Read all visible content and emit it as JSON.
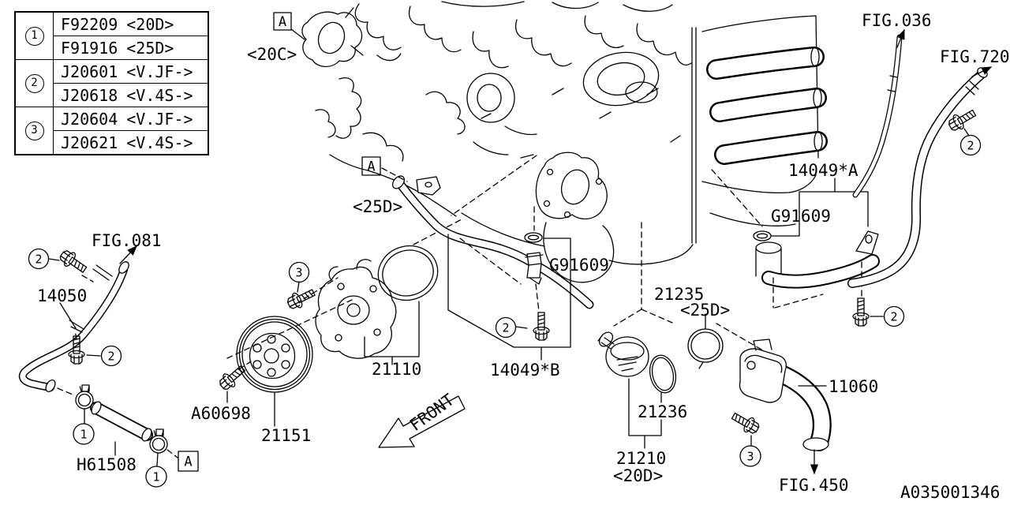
{
  "page": {
    "background": "#ffffff",
    "ink": "#000000"
  },
  "legend": {
    "rows": [
      {
        "ref": "1",
        "entries": [
          {
            "part": "F92209",
            "variant": "<20D>"
          },
          {
            "part": "F91916",
            "variant": "<25D>"
          }
        ]
      },
      {
        "ref": "2",
        "entries": [
          {
            "part": "J20601",
            "variant": "<V.JF->"
          },
          {
            "part": "J20618",
            "variant": "<V.4S->"
          }
        ]
      },
      {
        "ref": "3",
        "entries": [
          {
            "part": "J20604",
            "variant": "<V.JF->"
          },
          {
            "part": "J20621",
            "variant": "<V.4S->"
          }
        ]
      }
    ]
  },
  "figures": {
    "fig036": "FIG.036",
    "fig720": "FIG.720",
    "fig081": "FIG.081",
    "fig450": "FIG.450"
  },
  "variants": {
    "v20c": "<20C>",
    "v25d_pipe": "<25D>",
    "v25d_ring": "<25D>",
    "v20d": "<20D>"
  },
  "parts": {
    "p14050": "14050",
    "p14049a": "14049*A",
    "p14049b": "14049*B",
    "g91609": "G91609",
    "p21110": "21110",
    "p21151": "21151",
    "p21235": "21235",
    "p21236": "21236",
    "p21210": "21210",
    "p11060": "11060",
    "a60698": "A60698",
    "h61508": "H61508"
  },
  "markers": {
    "a": "A",
    "c1": "1",
    "c2": "2",
    "c3": "3"
  },
  "front_label": "FRONT",
  "drawing_code": "A035001346"
}
